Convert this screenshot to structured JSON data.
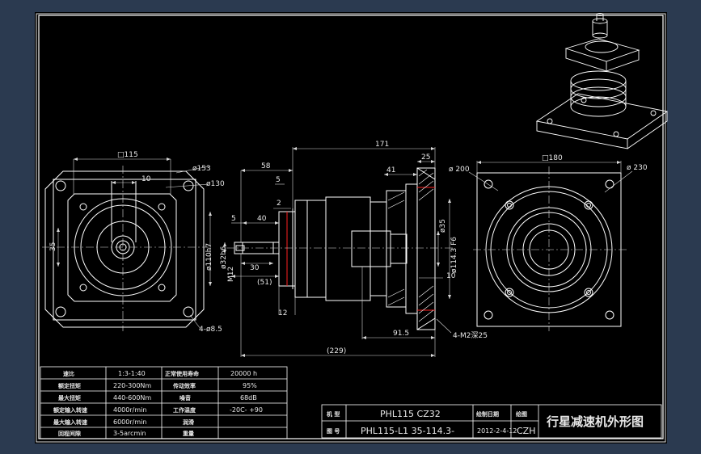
{
  "colors": {
    "background": "#2b3a50",
    "paper": "#000000",
    "line": "#ffffff",
    "dim_line": "#d8d8d8",
    "highlight": "#ff2020"
  },
  "dims": {
    "front_square": "□115",
    "front_10": "10",
    "front_phi153": "ø153",
    "front_phi130": "ø130",
    "front_35": "35",
    "front_holes": "4-ø8.5",
    "side_58": "58",
    "side_5a": "5",
    "side_2": "2",
    "side_5b": "5",
    "side_40": "40",
    "side_phi110h7": "ø110h7",
    "side_phi32h6": "ø32h6",
    "side_m12": "M12",
    "side_30": "30",
    "side_51": "(51)",
    "side_12": "12",
    "side_229": "(229)",
    "side_171": "171",
    "side_25": "25",
    "side_41": "41",
    "side_phi35": "ø35",
    "side_phi114f6": "ø114.3 F6",
    "side_10": "10",
    "side_915": "91.5",
    "side_m2": "4-M2深25",
    "rear_square": "□180",
    "rear_phi200": "ø 200",
    "rear_phi230": "ø 230"
  },
  "spec_table": {
    "rows": [
      {
        "label": "速比",
        "value": "1:3-1:40",
        "label2": "正常使用寿命",
        "value2": "20000  h"
      },
      {
        "label": "额定扭矩",
        "value": "220-300Nm",
        "label2": "传动效率",
        "value2": "95%"
      },
      {
        "label": "最大扭矩",
        "value": "440-600Nm",
        "label2": "噪音",
        "value2": "68dB"
      },
      {
        "label": "额定输入转速",
        "value": "4000r/min",
        "label2": "工作温度",
        "value2": "-20C- +90"
      },
      {
        "label": "最大输入转速",
        "value": "6000r/min",
        "label2": "润滑",
        "value2": ""
      },
      {
        "label": "回程间隙",
        "value": "3-5arcmin",
        "label2": "重量",
        "value2": ""
      }
    ]
  },
  "title_block": {
    "label_model": "机 型",
    "model": "PHL115 CZ32",
    "label_drawdate": "绘制日期",
    "label_drawer": "绘图",
    "label_number": "图 号",
    "number": "PHL115-L1 35-114.3-",
    "date": "2012-2-4-12",
    "drawer": "CZH",
    "title": "行星减速机外形图"
  }
}
